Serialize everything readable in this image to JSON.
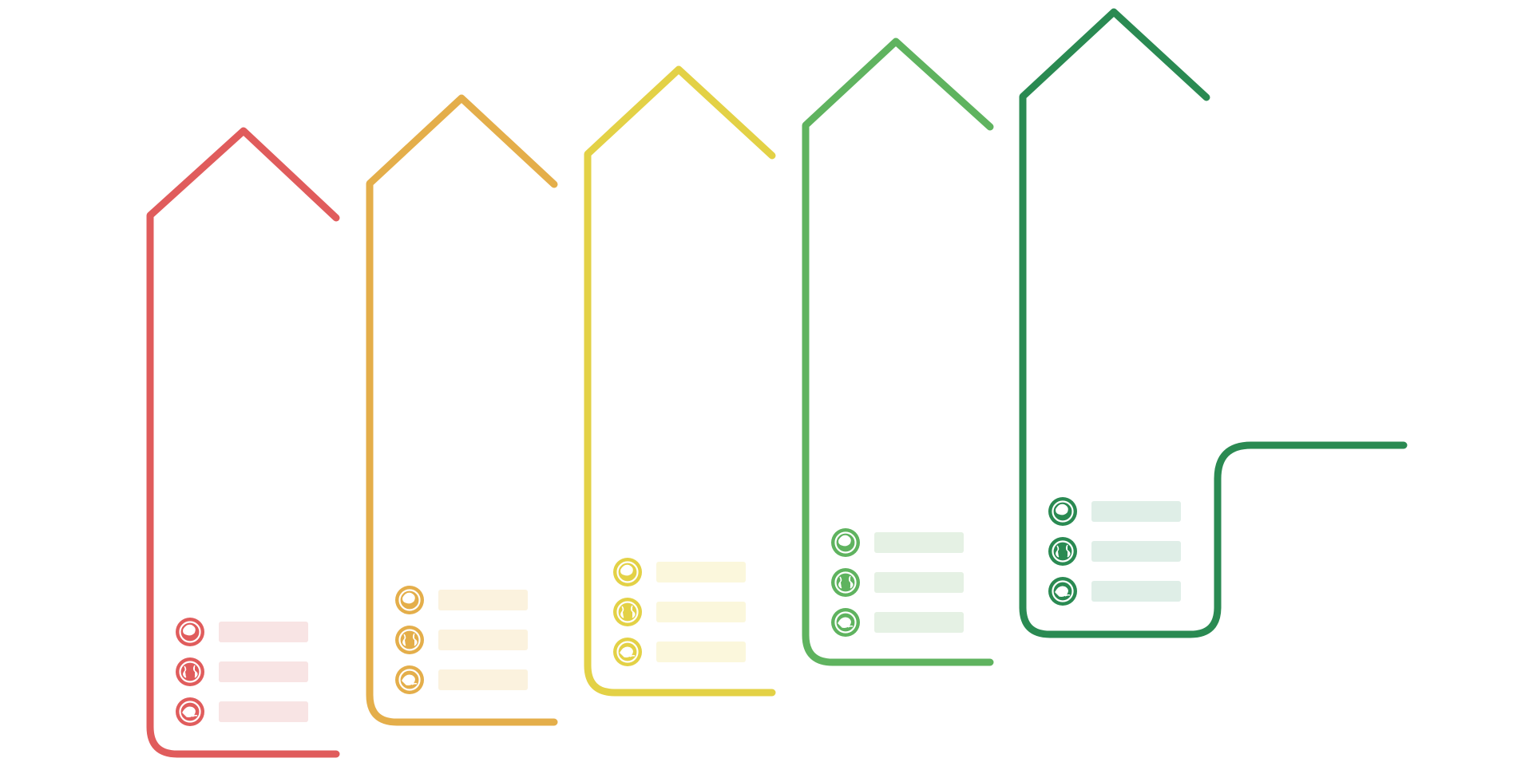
{
  "diagram": {
    "stages": [
      {
        "id": "stage-1",
        "color": "#e05c5c",
        "placeholder_color": "#f8e4e4",
        "items": [
          {
            "icon": "globe-americas-icon",
            "text": ""
          },
          {
            "icon": "globe-network-icon",
            "text": ""
          },
          {
            "icon": "globe-africa-icon",
            "text": ""
          }
        ]
      },
      {
        "id": "stage-2",
        "color": "#e4ae4a",
        "placeholder_color": "#fbf2de",
        "items": [
          {
            "icon": "globe-americas-icon",
            "text": ""
          },
          {
            "icon": "globe-network-icon",
            "text": ""
          },
          {
            "icon": "globe-africa-icon",
            "text": ""
          }
        ]
      },
      {
        "id": "stage-3",
        "color": "#e3d146",
        "placeholder_color": "#fbf7dc",
        "items": [
          {
            "icon": "globe-americas-icon",
            "text": ""
          },
          {
            "icon": "globe-network-icon",
            "text": ""
          },
          {
            "icon": "globe-africa-icon",
            "text": ""
          }
        ]
      },
      {
        "id": "stage-4",
        "color": "#5fb35f",
        "placeholder_color": "#e5f1e4",
        "items": [
          {
            "icon": "globe-americas-icon",
            "text": ""
          },
          {
            "icon": "globe-network-icon",
            "text": ""
          },
          {
            "icon": "globe-africa-icon",
            "text": ""
          }
        ]
      },
      {
        "id": "stage-5",
        "color": "#2a8a52",
        "placeholder_color": "#dfeee7",
        "items": [
          {
            "icon": "globe-americas-icon",
            "text": ""
          },
          {
            "icon": "globe-network-icon",
            "text": ""
          },
          {
            "icon": "globe-africa-icon",
            "text": ""
          }
        ]
      }
    ]
  }
}
